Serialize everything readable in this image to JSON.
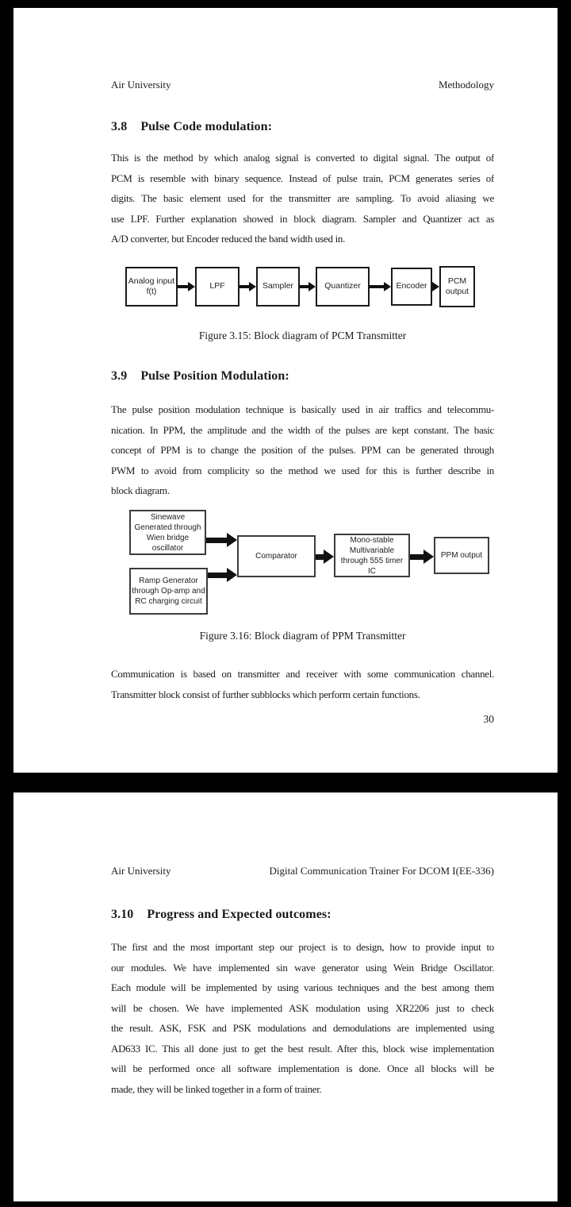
{
  "colors": {
    "canvas": "#000000",
    "page": "#ffffff",
    "text": "#1b1b1b",
    "diagram_border": "#1a1a1a",
    "arrow": "#111111"
  },
  "page1": {
    "header_left": "Air University",
    "header_right": "Methodology",
    "section_3_8": {
      "number": "3.8",
      "title": "Pulse Code modulation:",
      "lines": [
        "This is the method by which analog signal is converted to digital signal. The output of",
        "PCM is resemble with binary sequence. Instead of pulse train, PCM generates series of",
        "digits. The basic element used for the transmitter are sampling. To avoid aliasing we",
        "use LPF. Further explanation showed in block diagram. Sampler and Quantizer act as",
        "A/D converter, but Encoder reduced the band width used in."
      ]
    },
    "pcm_diagram": {
      "boxes": [
        "Analog input f(t)",
        "LPF",
        "Sampler",
        "Quantizer",
        "Encoder",
        "PCM output"
      ]
    },
    "figure_3_15_caption": "Figure 3.15: Block diagram of PCM Transmitter",
    "section_3_9": {
      "number": "3.9",
      "title": "Pulse Position Modulation:",
      "lines": [
        "The pulse position modulation technique is basically used in air traffics and telecommu-",
        "nication. In PPM, the amplitude and the width of the pulses are kept constant. The basic",
        "concept of PPM is to change the position of the pulses. PPM can be generated through",
        "PWM to avoid from complicity so the method we used for this is further describe in",
        "block diagram."
      ]
    },
    "ppm_diagram": {
      "input_top": "Sinewave Generated through Wien bridge oscillator",
      "input_bottom": "Ramp Generator through Op-amp and RC charging circuit",
      "comparator": "Comparator",
      "monostable": "Mono-stable Multivariable through 555 timer IC",
      "output": "PPM output"
    },
    "figure_3_16_caption": "Figure 3.16: Block diagram of PPM Transmitter",
    "closing_lines": [
      "Communication is based on transmitter and receiver with some communication channel.",
      "Transmitter block consist of further subblocks which perform certain functions."
    ],
    "page_number": "30"
  },
  "page2": {
    "header_left": "Air University",
    "header_right": "Digital Communication Trainer For DCOM I(EE-336)",
    "section_3_10": {
      "number": "3.10",
      "title": "Progress and Expected outcomes:",
      "lines": [
        "The first and the most important step our project is to design, how to provide input to",
        "our modules. We have implemented sin wave generator using Wein Bridge Oscillator.",
        "Each module will be implemented by using various techniques and the best among them",
        "will be chosen. We have implemented ASK modulation using XR2206 just to check",
        "the result. ASK, FSK and PSK modulations and demodulations are implemented using",
        "AD633 IC. This all done just to get the best result. After this, block wise implementation",
        "will be performed once all software implementation is done. Once all blocks will be",
        "made, they will be linked together in a form of trainer."
      ]
    }
  }
}
